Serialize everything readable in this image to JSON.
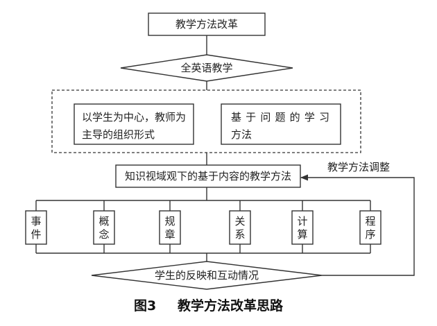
{
  "title_box": "教学方法改革",
  "decision_top": "全英语教学",
  "modes": {
    "left_line1": "以学生为中心，教师为",
    "left_line2": "主导的组织形式",
    "right_line1": "基于问题的学习",
    "right_line2": "方法"
  },
  "method_box": "知识视域观下的基于内容的教学方法",
  "feedback_label": "教学方法调整",
  "knowledge_types": [
    {
      "c1": "事",
      "c2": "件"
    },
    {
      "c1": "概",
      "c2": "念"
    },
    {
      "c1": "规",
      "c2": "章"
    },
    {
      "c1": "关",
      "c2": "系"
    },
    {
      "c1": "计",
      "c2": "算"
    },
    {
      "c1": "程",
      "c2": "序"
    }
  ],
  "decision_bottom": "学生的反映和互动情况",
  "caption": {
    "number": "图3",
    "text": "教学方法改革思路"
  }
}
